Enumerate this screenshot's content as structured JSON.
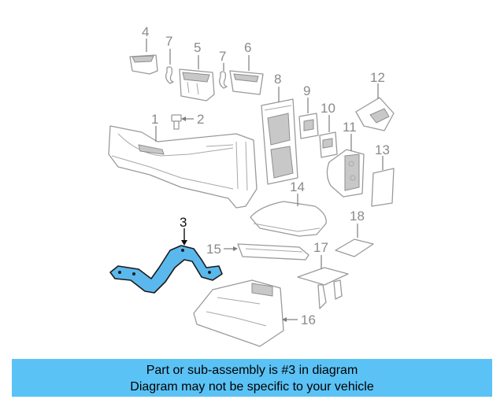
{
  "callouts": {
    "c1": "1",
    "c2": "2",
    "c3": "3",
    "c4": "4",
    "c5": "5",
    "c6": "6",
    "c7a": "7",
    "c7b": "7",
    "c8": "8",
    "c9": "9",
    "c10": "10",
    "c11": "11",
    "c12": "12",
    "c13": "13",
    "c14": "14",
    "c15": "15",
    "c16": "16",
    "c17": "17",
    "c18": "18"
  },
  "highlighted_part": "3",
  "colors": {
    "highlight": "#5bb8ec",
    "banner": "#5bc2f5"
  },
  "banner": {
    "line1": "Part or sub-assembly is #3 in diagram",
    "line2": "Diagram may not be specific to your vehicle"
  }
}
